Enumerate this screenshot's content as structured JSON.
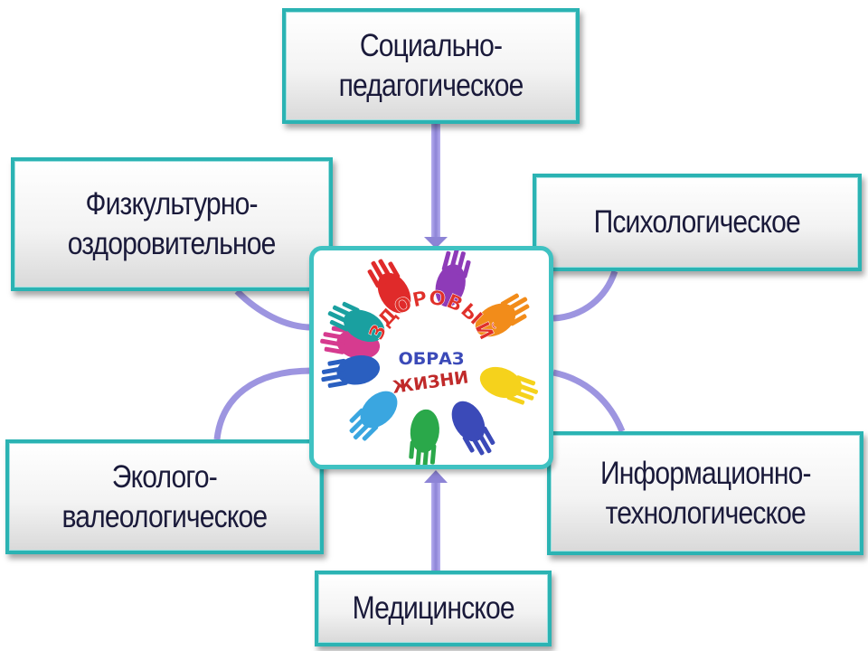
{
  "boxes": {
    "social": {
      "line1": "Социально-",
      "line2": "педагогическое"
    },
    "fizkult": {
      "line1": "Физкультурно-",
      "line2": "оздоровительное"
    },
    "psych": {
      "line1": "Психологическое"
    },
    "eco": {
      "line1": "Эколого-",
      "line2": "валеологическое"
    },
    "info": {
      "line1": "Информационно-",
      "line2": "технологическое"
    },
    "med": {
      "line1": "Медицинское"
    }
  },
  "logo": {
    "arc_text": "ЗДОРОВЫЙ",
    "middle_text": "ОБРАЗ",
    "bottom_text": "ЖИЗНИ"
  },
  "colors": {
    "box_border": "#2bb3b3",
    "connector": "#8f86d8",
    "text": "#1a1a3a"
  }
}
